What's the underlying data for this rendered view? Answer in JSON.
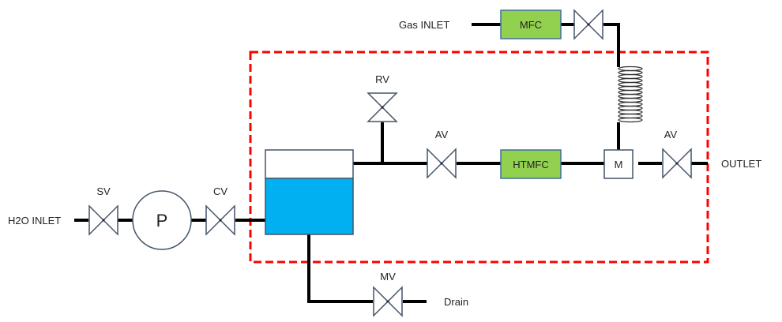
{
  "diagram": {
    "colors": {
      "pipe": "#000000",
      "boundary": "#ff0000",
      "water": "#00b0f0",
      "controller": "#92d050",
      "outline": "#44546a"
    },
    "labels": {
      "h2o_inlet": "H2O INLET",
      "gas_inlet": "Gas INLET",
      "outlet": "OUTLET",
      "drain": "Drain"
    },
    "valves": {
      "sv": "SV",
      "cv": "CV",
      "rv": "RV",
      "av1": "AV",
      "av2": "AV",
      "mv": "MV"
    },
    "components": {
      "pump": "P",
      "mfc": "MFC",
      "htmfc": "HTMFC",
      "mixer": "M"
    }
  }
}
